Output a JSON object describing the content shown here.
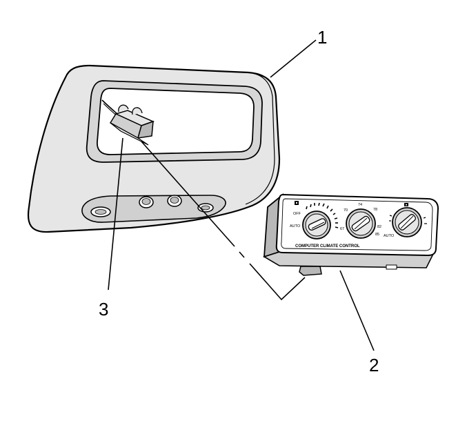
{
  "callouts": {
    "c1": "1",
    "c2": "2",
    "c3": "3"
  },
  "control_panel": {
    "title": "COMPUTER CLIMATE CONTROL",
    "left_knob": {
      "off_label": "OFF",
      "auto_label": "AUTO"
    },
    "temp_scale": [
      "67",
      "70",
      "74",
      "78",
      "82",
      "85"
    ],
    "right_knob": {
      "auto_label": "AUTO"
    }
  },
  "colors": {
    "line": "#000000",
    "fill_light": "#e6e6e6",
    "fill_mid": "#d0d0d0",
    "fill_dark": "#b8b8b8",
    "background": "#ffffff"
  }
}
